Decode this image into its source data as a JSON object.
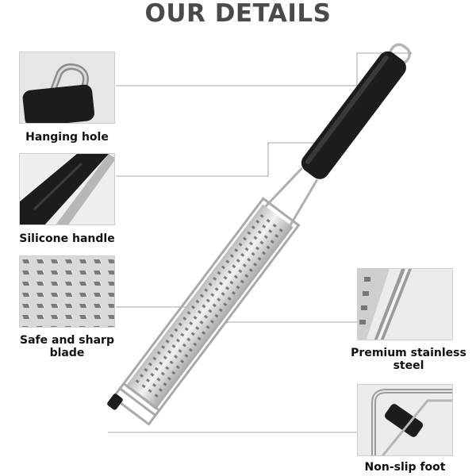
{
  "page": {
    "title": "OUR DETAILS"
  },
  "features": [
    {
      "label": "Hanging hole",
      "side": "left",
      "detail_icon": "hanging-hole-closeup"
    },
    {
      "label": "Silicone handle",
      "side": "left",
      "detail_icon": "silicone-handle-closeup"
    },
    {
      "label": "Safe and sharp blade",
      "side": "left",
      "detail_icon": "blade-closeup"
    },
    {
      "label": "Premium stainless steel",
      "side": "right",
      "detail_icon": "steel-frame-closeup"
    },
    {
      "label": "Non-slip foot",
      "side": "right",
      "detail_icon": "foot-closeup"
    }
  ],
  "colors": {
    "title": "#4a4a4a",
    "handle": "#1c1c1c",
    "steel": "#c9c9c9",
    "panel_background": "#ececec",
    "leader_line": "#8a8a8a"
  }
}
